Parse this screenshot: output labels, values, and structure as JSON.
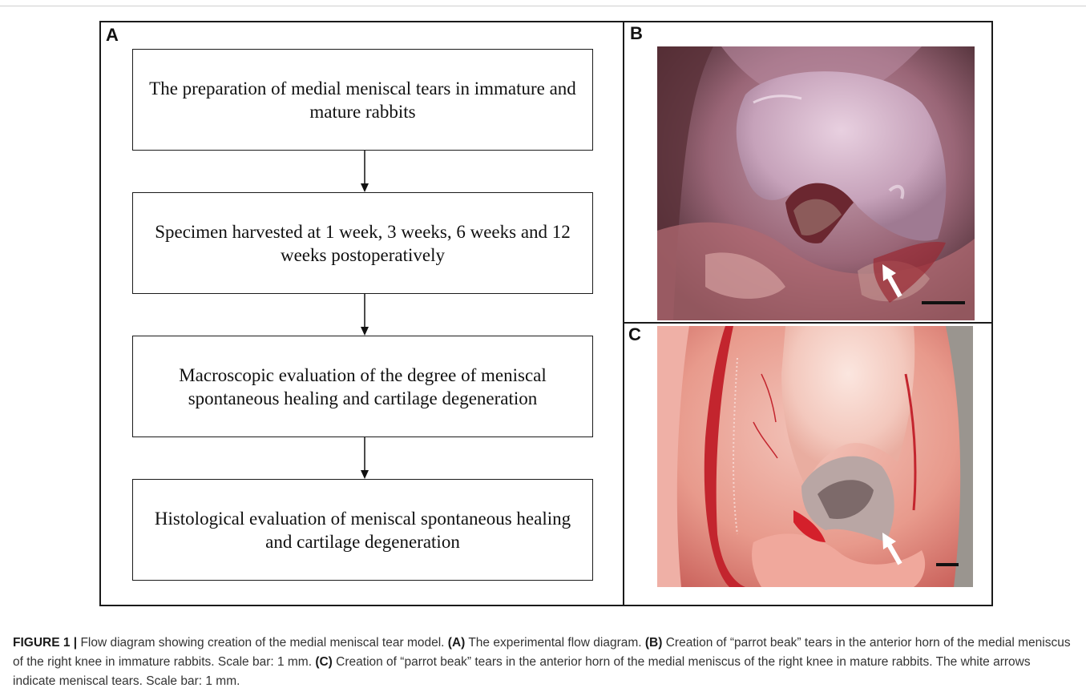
{
  "panels": {
    "a_label": "A",
    "b_label": "B",
    "c_label": "C"
  },
  "flow": {
    "step1": "The preparation of medial meniscal tears in immature and mature rabbits",
    "step2": "Specimen harvested at 1 week, 3 weeks, 6 weeks and 12 weeks postoperatively",
    "step3": "Macroscopic evaluation of the degree of meniscal spontaneous healing and cartilage degeneration",
    "step4": "Histological evaluation of meniscal spontaneous healing and cartilage degeneration"
  },
  "caption": {
    "figure_label": "FIGURE 1 |",
    "intro": " Flow diagram showing creation of the medial meniscal tear model. ",
    "a_ref": "(A)",
    "a_text": " The experimental flow diagram. ",
    "b_ref": "(B)",
    "b_text": " Creation of “parrot beak” tears in the anterior horn of the medial meniscus of the right knee in immature rabbits. Scale bar: 1 mm. ",
    "c_ref": "(C)",
    "c_text": " Creation of “parrot beak” tears in the anterior horn of the medial meniscus of the right knee in mature rabbits. The white arrows indicate meniscal tears. Scale bar: 1 mm."
  }
}
